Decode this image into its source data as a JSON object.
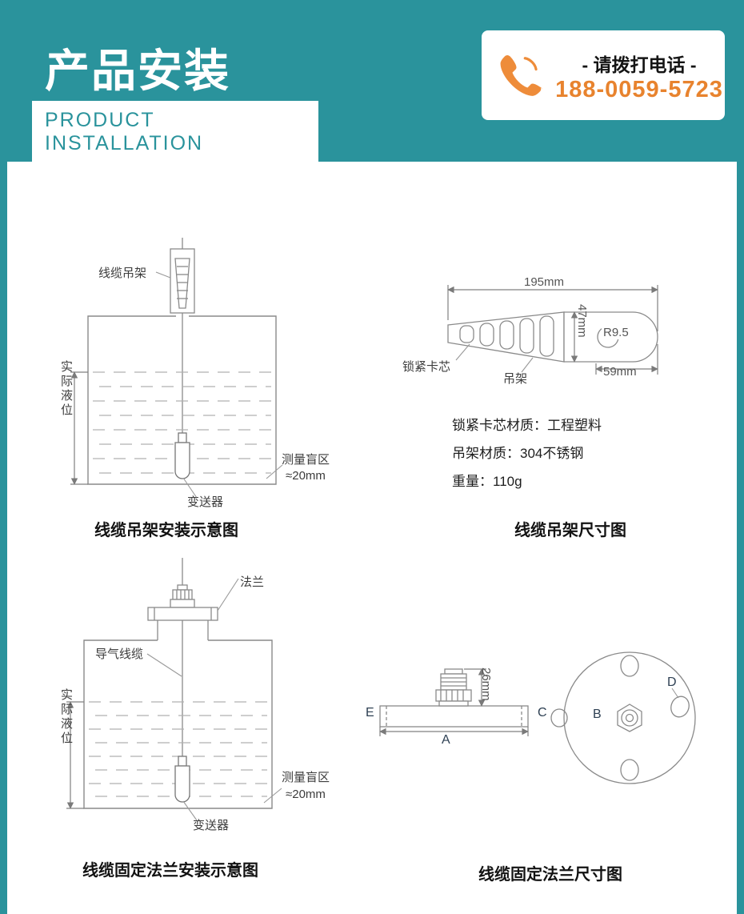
{
  "theme": {
    "teal": "#2a939c",
    "orange": "#e8832e",
    "line_gray": "#8a8a8a"
  },
  "header": {
    "title": "产品安装",
    "subtitle": "PRODUCT INSTALLATION"
  },
  "phone": {
    "cta": "- 请拨打电话 -",
    "number": "188-0059-5723"
  },
  "install_hanger": {
    "labels": {
      "hanger": "线缆吊架",
      "level": "实际液位",
      "blind_zone": "测量盲区",
      "blind_value": "≈20mm",
      "transmitter": "变送器"
    },
    "caption": "线缆吊架安装示意图"
  },
  "hanger_dims": {
    "dims": {
      "length": "195mm",
      "height": "47mm",
      "radius": "R9.5",
      "end_width": "59mm"
    },
    "labels": {
      "lock_core": "锁紧卡芯",
      "hanger": "吊架"
    },
    "specs": [
      "锁紧卡芯材质：工程塑料",
      "吊架材质：304不锈钢",
      "重量：110g"
    ],
    "caption": "线缆吊架尺寸图"
  },
  "install_flange": {
    "labels": {
      "flange": "法兰",
      "air_cable": "导气线缆",
      "level": "实际液位",
      "blind_zone": "测量盲区",
      "blind_value": "≈20mm",
      "transmitter": "变送器"
    },
    "caption": "线缆固定法兰安装示意图"
  },
  "flange_dims": {
    "dims": {
      "gland_height": "26mm"
    },
    "letters": {
      "a": "A",
      "b": "B",
      "c": "C",
      "d": "D",
      "e": "E"
    },
    "caption": "线缆固定法兰尺寸图"
  }
}
